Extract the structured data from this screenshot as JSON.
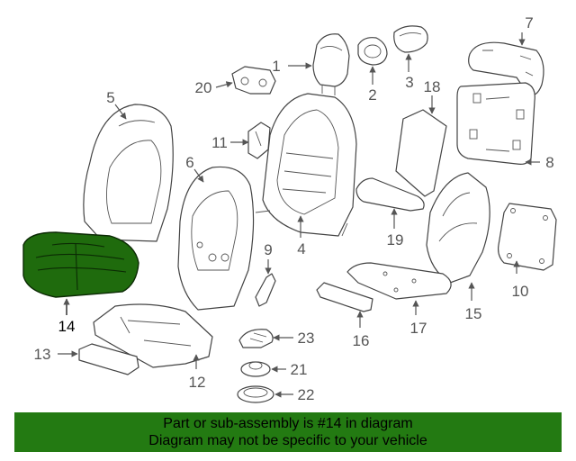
{
  "callouts": [
    "1",
    "2",
    "3",
    "4",
    "5",
    "6",
    "7",
    "8",
    "9",
    "10",
    "11",
    "12",
    "13",
    "14",
    "15",
    "16",
    "17",
    "18",
    "19",
    "20",
    "21",
    "22",
    "23"
  ],
  "highlighted_part": "14",
  "banner": {
    "line1": "Part or sub-assembly is #14 in diagram",
    "line2": "Diagram may not be specific to your vehicle"
  },
  "colors": {
    "highlight_fill": "#1f6b0d",
    "banner_background": "#237a12",
    "line_art": "#444444"
  }
}
